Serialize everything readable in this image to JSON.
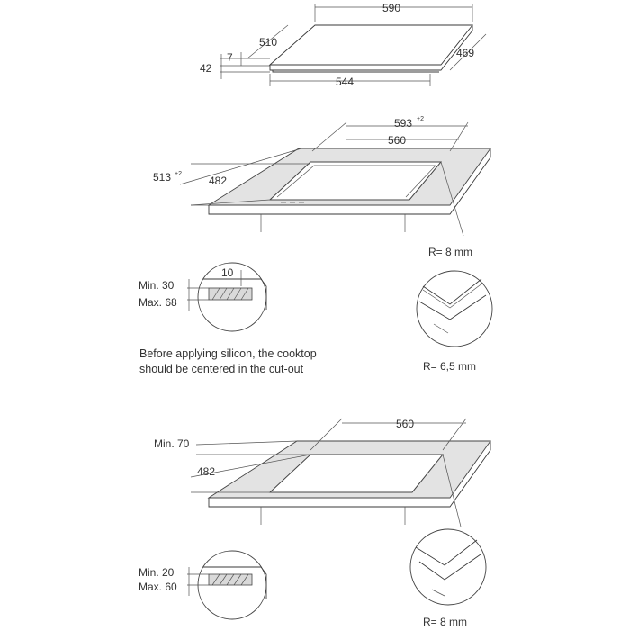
{
  "top_view": {
    "width_590": "590",
    "depth_510": "510",
    "depth_469": "469",
    "width_544": "544",
    "height_42": "42",
    "height_7": "7"
  },
  "cutout_a": {
    "width_593": "593",
    "width_593_tol": "+2",
    "width_560": "560",
    "depth_513": "513",
    "depth_513_tol": "+2",
    "depth_482": "482",
    "radius_outer": "R= 8 mm",
    "radius_inner": "R= 6,5 mm",
    "min_thickness": "Min. 30",
    "max_thickness": "Max. 68",
    "gap": "10",
    "note_line1": "Before applying silicon, the cooktop",
    "note_line2": "should be centered in the cut-out"
  },
  "cutout_b": {
    "width_560": "560",
    "min_70": "Min. 70",
    "depth_482": "482",
    "radius": "R= 8 mm",
    "min_thickness": "Min. 20",
    "max_thickness": "Max. 60"
  },
  "colors": {
    "line": "#3a3a3a",
    "counter": "#e3e3e3",
    "text": "#333333"
  }
}
